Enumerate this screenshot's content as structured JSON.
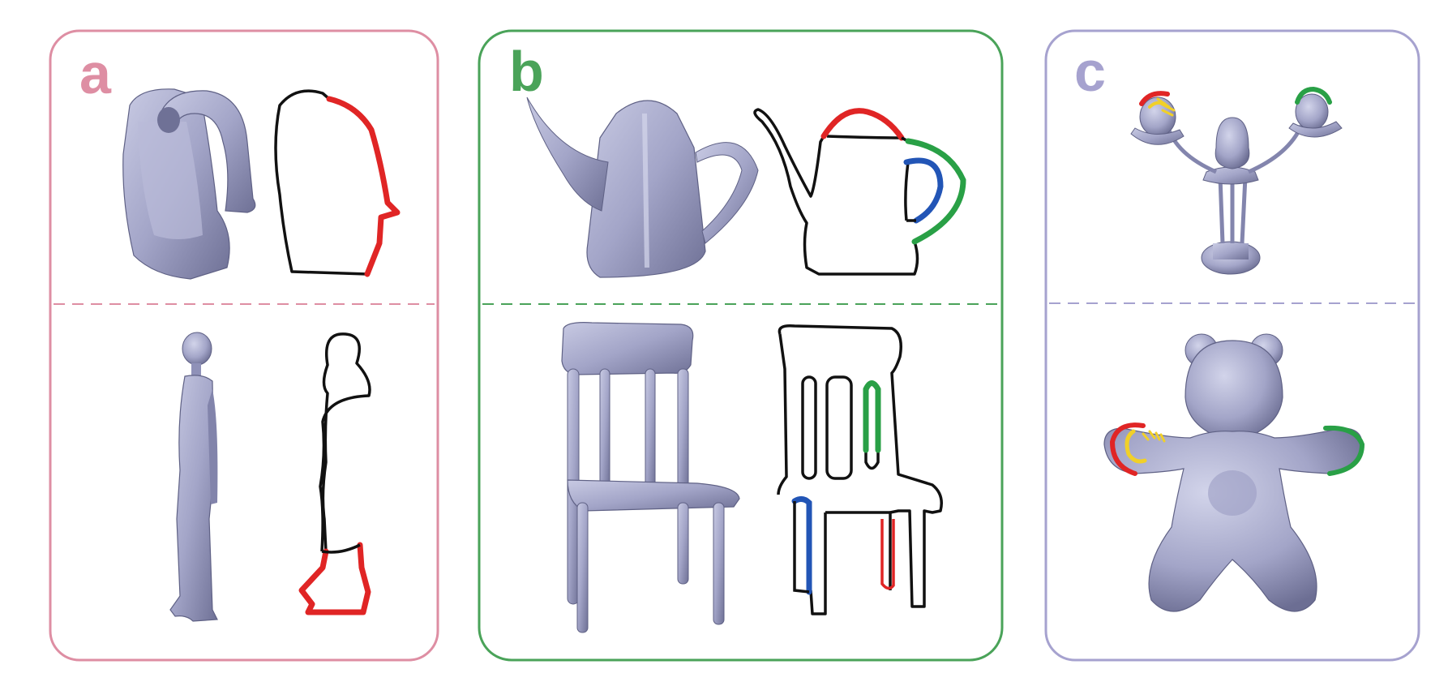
{
  "panels": [
    {
      "label": "a",
      "color": "#de8ea3",
      "items_top": [
        "hair-dryer-model",
        "hair-dryer-contour"
      ],
      "items_bottom": [
        "standing-person-model",
        "standing-person-contour"
      ]
    },
    {
      "label": "b",
      "color": "#4aa359",
      "items_top": [
        "teapot-model",
        "teapot-contour"
      ],
      "items_bottom": [
        "chair-model",
        "chair-contour"
      ]
    },
    {
      "label": "c",
      "color": "#a6a2cf",
      "items_top": [
        "lamp-model"
      ],
      "items_bottom": [
        "teddy-bear-model"
      ]
    }
  ],
  "colors": {
    "model_fill": "#a3a5c8",
    "model_shade": "#7c7ea6",
    "contour": "#111111",
    "highlight_red": "#e02525",
    "highlight_green": "#29a046",
    "highlight_blue": "#2255b6",
    "highlight_yellow": "#f1d028"
  }
}
